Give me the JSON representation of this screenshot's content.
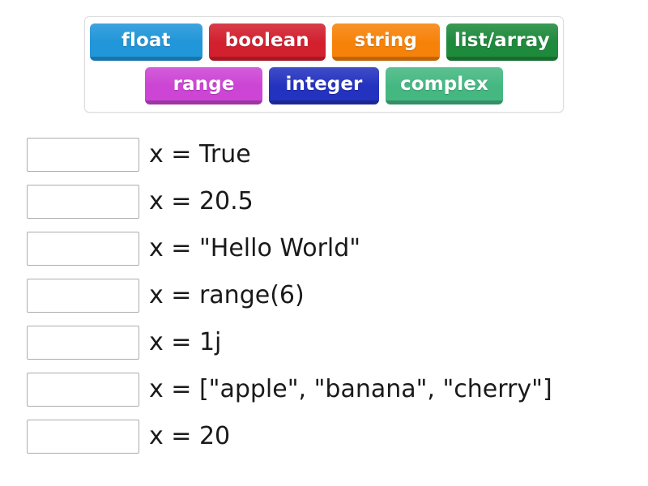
{
  "tile_bank": {
    "name": "draggable-type-tiles",
    "rows": [
      [
        {
          "label": "float",
          "color": "#2196d9",
          "width": 140
        },
        {
          "label": "boolean",
          "color": "#d2202f",
          "width": 146
        },
        {
          "label": "string",
          "color": "#f7820a",
          "width": 134
        },
        {
          "label": "list/array",
          "color": "#1e8a3c",
          "width": 140
        }
      ],
      [
        {
          "label": "range",
          "color": "#cc45d4",
          "width": 145
        },
        {
          "label": "integer",
          "color": "#2433bf",
          "width": 136
        },
        {
          "label": "complex",
          "color": "#45b882",
          "width": 145
        }
      ]
    ]
  },
  "answers": {
    "name": "matching-answer-rows",
    "rows": [
      {
        "drop_zone_value": "",
        "label": "x = True"
      },
      {
        "drop_zone_value": "",
        "label": "x = 20.5"
      },
      {
        "drop_zone_value": "",
        "label": "x = \"Hello World\""
      },
      {
        "drop_zone_value": "",
        "label": "x = range(6)"
      },
      {
        "drop_zone_value": "",
        "label": "x = 1j"
      },
      {
        "drop_zone_value": "",
        "label": "x = [\"apple\", \"banana\", \"cherry\"]"
      },
      {
        "drop_zone_value": "",
        "label": "x = 20"
      }
    ]
  }
}
